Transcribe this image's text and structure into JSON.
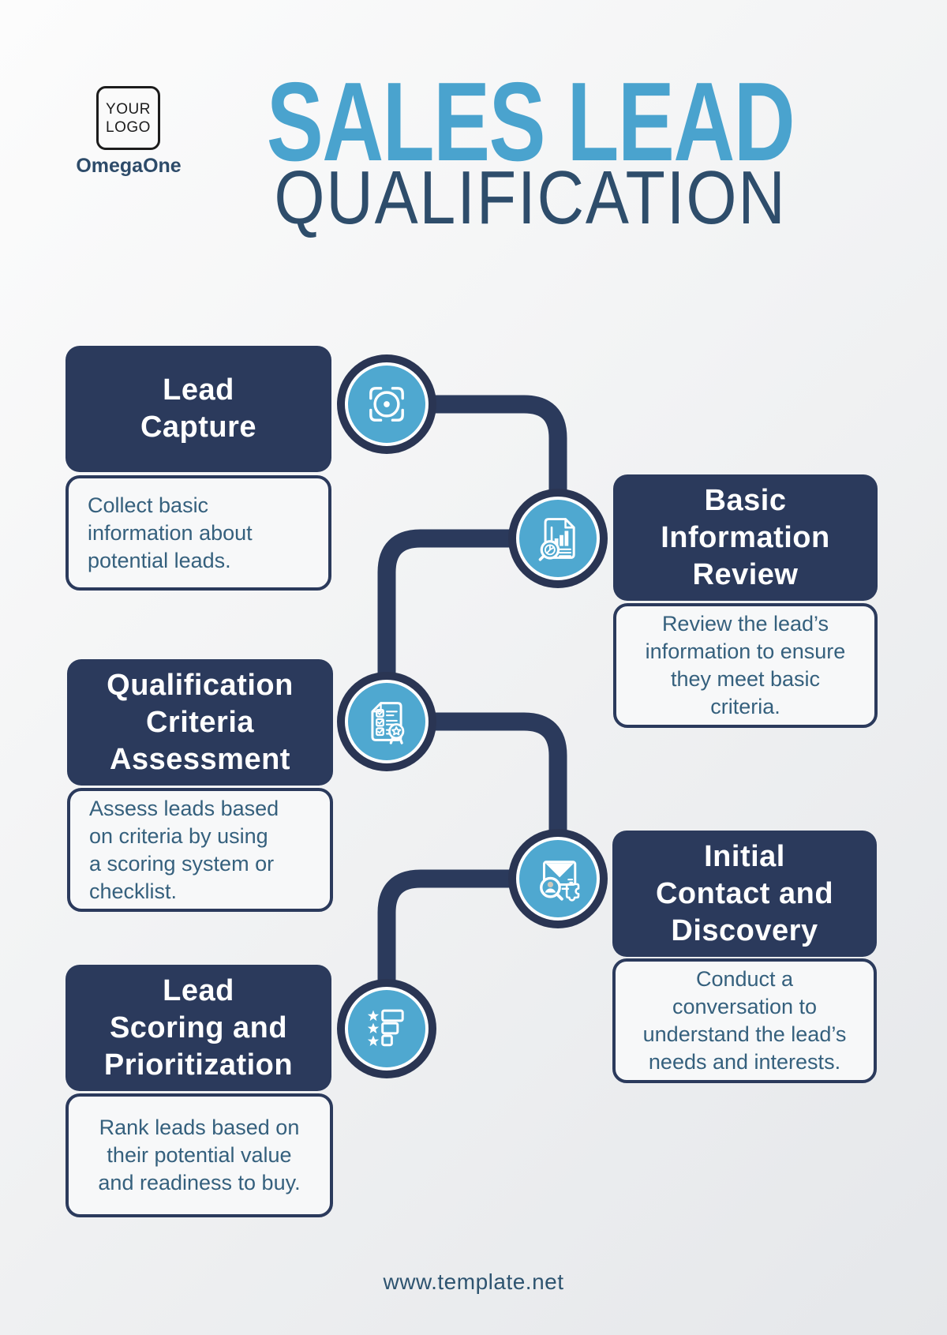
{
  "header": {
    "logo_line1": "YOUR",
    "logo_line2": "LOGO",
    "brand": "OmegaOne",
    "title": "SALES LEAD",
    "subtitle": "QUALIFICATION"
  },
  "steps": [
    {
      "title_lines": [
        "Lead",
        "Capture"
      ],
      "description": "Collect basic information about potential leads.",
      "icon": "camera-scan-icon"
    },
    {
      "title_lines": [
        "Basic",
        "Information",
        "Review"
      ],
      "description": "Review the lead’s information to ensure they meet basic criteria.",
      "icon": "report-analysis-icon"
    },
    {
      "title_lines": [
        "Qualification",
        "Criteria",
        "Assessment"
      ],
      "description": "Assess leads based on criteria by using a scoring system or checklist.",
      "icon": "checklist-award-icon"
    },
    {
      "title_lines": [
        "Initial",
        "Contact and",
        "Discovery"
      ],
      "description": "Conduct a conversation to understand the lead’s needs and interests.",
      "icon": "email-search-puzzle-icon"
    },
    {
      "title_lines": [
        "Lead",
        "Scoring and",
        "Prioritization"
      ],
      "description": "Rank leads based on their potential value and readiness to buy.",
      "icon": "star-ranking-icon"
    }
  ],
  "footer": {
    "website": "www.template.net"
  },
  "colors": {
    "navy": "#2b3a5c",
    "title_blue": "#4aa3ce",
    "subtitle_navy": "#2e4d6b",
    "icon_blue": "#4fa8d0",
    "body_text": "#35607d"
  }
}
